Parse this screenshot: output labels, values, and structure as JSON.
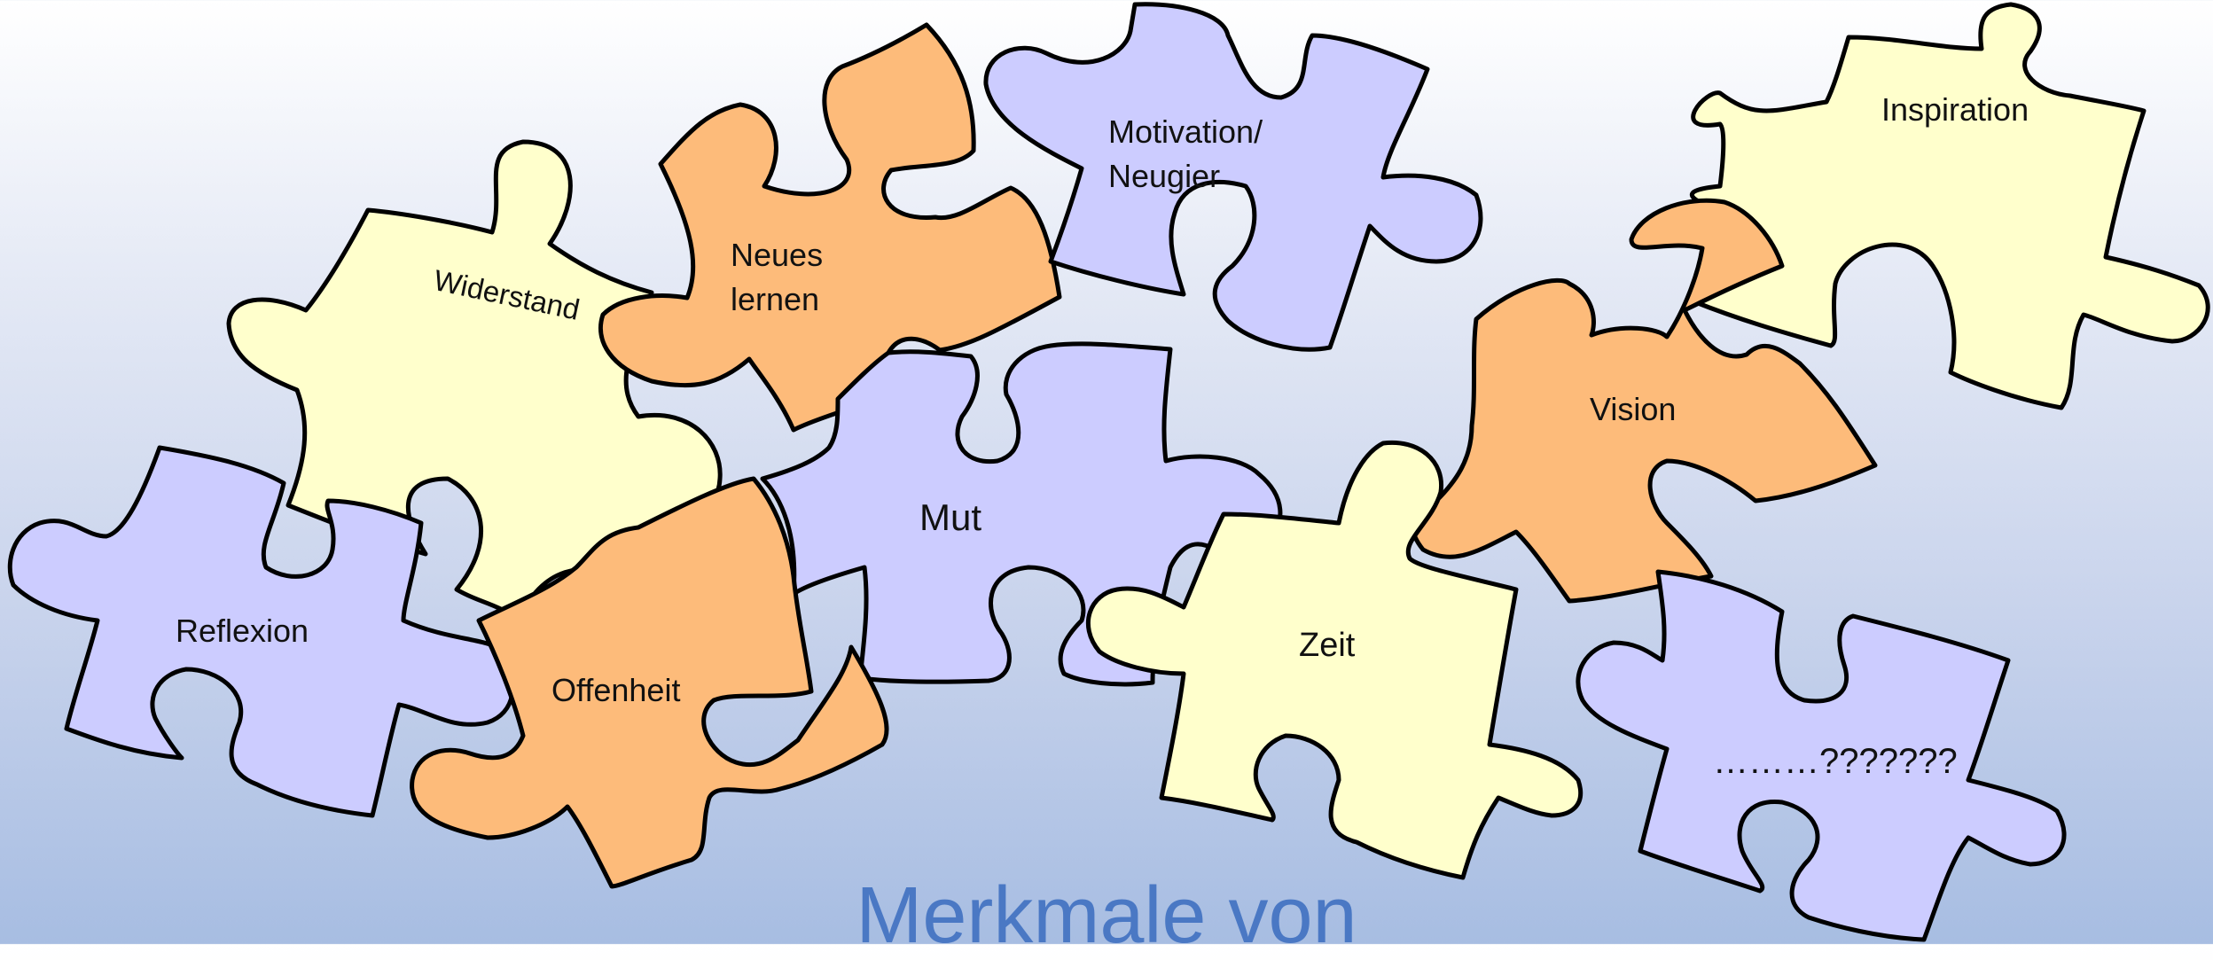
{
  "colors": {
    "yellow": "#ffffcc",
    "orange": "#fdbb7a",
    "lavender": "#ccccff",
    "title": "#4a78c4"
  },
  "pieces": [
    {
      "id": "widerstand",
      "text": "Widerstand",
      "color": "#ffffcc"
    },
    {
      "id": "neues-lernen",
      "text": "Neues\nlernen",
      "color": "#fdbb7a"
    },
    {
      "id": "motivation-neugier",
      "text": "Motivation/\nNeugier",
      "color": "#ccccff"
    },
    {
      "id": "inspiration",
      "text": "Inspiration",
      "color": "#ffffcc"
    },
    {
      "id": "vision",
      "text": "Vision",
      "color": "#fdbb7a"
    },
    {
      "id": "mut",
      "text": "Mut",
      "color": "#ccccff"
    },
    {
      "id": "reflexion",
      "text": "Reflexion",
      "color": "#ccccff"
    },
    {
      "id": "offenheit",
      "text": "Offenheit",
      "color": "#fdbb7a"
    },
    {
      "id": "zeit",
      "text": "Zeit",
      "color": "#ffffcc"
    },
    {
      "id": "question",
      "text": "………???????",
      "color": "#ccccff"
    }
  ],
  "title": "Merkmale von"
}
